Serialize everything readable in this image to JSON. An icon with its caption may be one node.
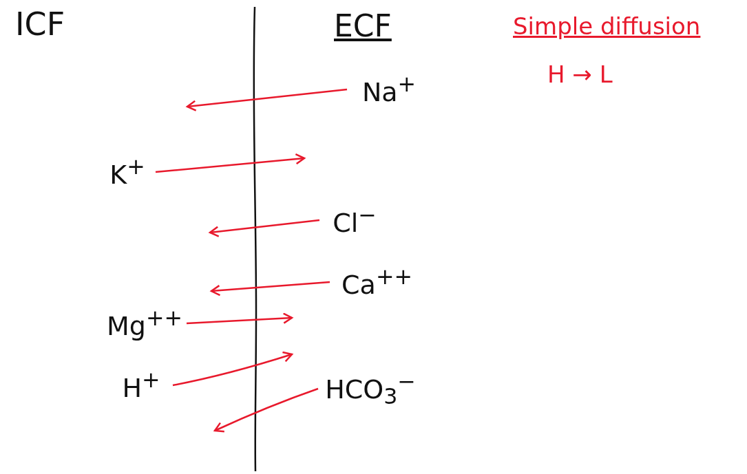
{
  "diagram": {
    "nodes": [
      {
        "text": [
          "Na$^{+}$"
        ]
      },
      {
        "text": [
          "K$^{+}$"
        ]
      },
      {
        "text": [
          "Cl$^{−}$"
        ]
      },
      {
        "text": [
          "Ca$^{++}$"
        ]
      },
      {
        "text": [
          "Mg$^{++}$"
        ]
      },
      {
        "text": [
          "H$^{+}$"
        ]
      },
      {
        "text": [
          "HCO$_{3}$$^{−}$"
        ]
      }
    ],
    "edges": [
      {
        "from": 0,
        "to": null,
        "arrow": "to"
      },
      {
        "from": 1,
        "to": null,
        "arrow": "to"
      },
      {
        "from": 2,
        "to": null,
        "arrow": "to"
      },
      {
        "from": 3,
        "to": null,
        "arrow": "to"
      },
      {
        "from": 4,
        "to": null,
        "arrow": "to"
      },
      {
        "from": 5,
        "to": null,
        "arrow": "to"
      },
      {
        "from": 6,
        "to": null,
        "arrow": "to"
      }
    ],
    "labels": [
      "ICF",
      "ECF",
      "Simple diffusion",
      "H → L"
    ]
  }
}
